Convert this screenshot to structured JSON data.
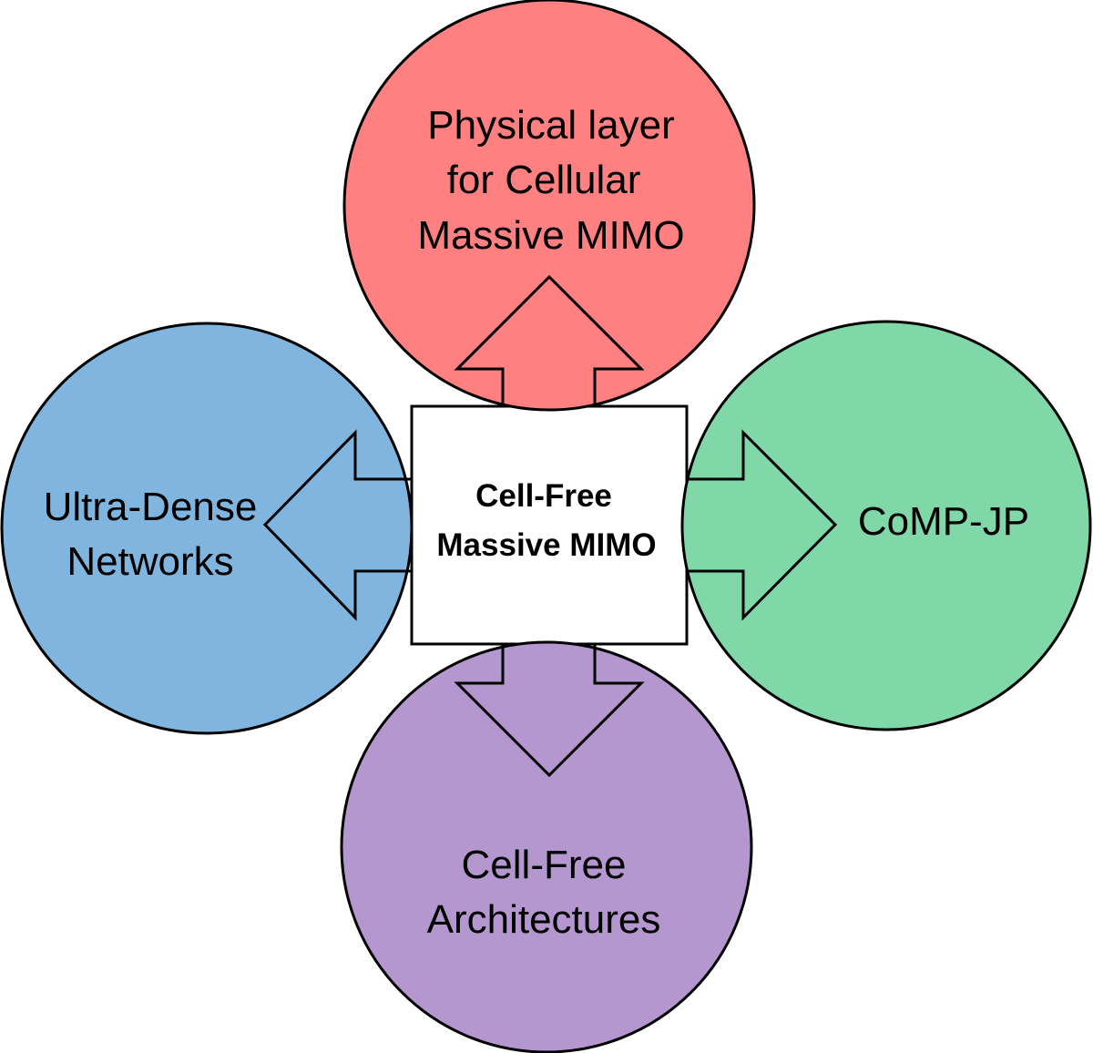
{
  "diagram": {
    "center": {
      "lines": [
        "Cell-Free",
        "Massive MIMO"
      ],
      "color": "#ffffff"
    },
    "nodes": [
      {
        "id": "top",
        "lines": [
          "Physical layer",
          "for Cellular",
          "Massive MIMO"
        ],
        "color": "#FF8080"
      },
      {
        "id": "left",
        "lines": [
          "Ultra-Dense",
          "Networks"
        ],
        "color": "#7FB5DE"
      },
      {
        "id": "right",
        "lines": [
          "CoMP-JP"
        ],
        "color": "#80D8A9"
      },
      {
        "id": "bottom",
        "lines": [
          "Cell-Free",
          "Architectures"
        ],
        "color": "#B597CF"
      }
    ],
    "arrows": [
      {
        "from": "center",
        "to": "top"
      },
      {
        "from": "center",
        "to": "left"
      },
      {
        "from": "center",
        "to": "right"
      },
      {
        "from": "center",
        "to": "bottom"
      }
    ],
    "stroke_color": "#000000"
  }
}
